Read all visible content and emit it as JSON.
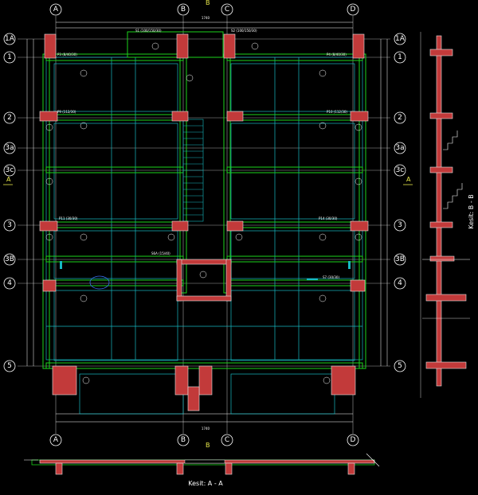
{
  "drawing": {
    "colors": {
      "background": "#000000",
      "beam": "#1bd31b",
      "slab": "#16b9c2",
      "wall": "#c23a3a",
      "axis": "#ffffff"
    },
    "grid_columns": [
      "A",
      "B",
      "C",
      "D"
    ],
    "grid_rows": [
      "1A",
      "1",
      "2",
      "3a",
      "3c",
      "3",
      "3B",
      "4",
      "5"
    ],
    "section_markers": {
      "a_left": "A",
      "a_right": "A",
      "b_top": "B",
      "b_bottom": "B"
    },
    "overall_dim": "1740",
    "beam_labels": {
      "s1": "S1 (100/150/30)",
      "s2": "S2 (100/150/30)",
      "p3": "P3 (8/40/30)",
      "p4": "P4 (8/40/30)",
      "p9": "P9 (112/30)",
      "p10": "P10 (112/30)",
      "p11": "P11 (30/30)",
      "p14": "P14 (30/30)",
      "s6a": "S6A (15/40)",
      "s7": "S7 (30/30)"
    },
    "section_aa_title": "Kesit: A - A",
    "section_bb_title": "Kesit: B - B"
  }
}
